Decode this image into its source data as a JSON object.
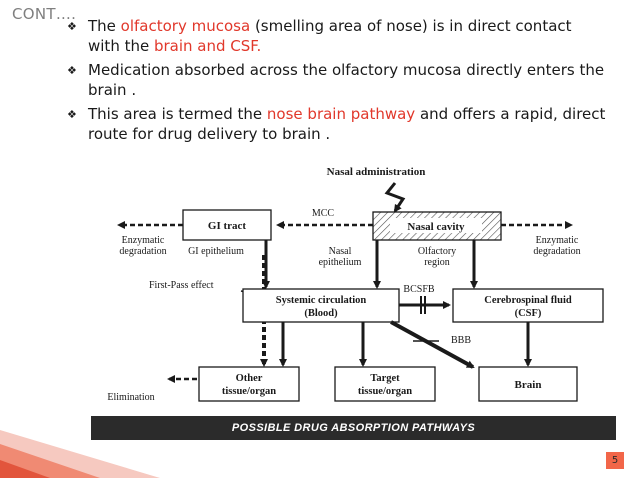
{
  "slide": {
    "heading": "CONT….",
    "bullet_mark": "❖",
    "bullets": [
      {
        "pre": "The ",
        "hl": "olfactory mucosa",
        "mid": " (smelling area of nose) is in direct contact with the ",
        "hl2": "brain and CSF.",
        "post": ""
      },
      {
        "pre": "Medication absorbed across the olfactory mucosa directly enters the brain .",
        "hl": "",
        "mid": "",
        "hl2": "",
        "post": ""
      },
      {
        "pre": "This area is termed the ",
        "hl": "nose brain pathway",
        "mid": " and offers a rapid, direct route for drug delivery to brain .",
        "hl2": "",
        "post": ""
      }
    ],
    "page_number": "5",
    "highlight_color": "#e1382b"
  },
  "figure": {
    "top_label": "Nasal administration",
    "mcc": "MCC",
    "gi_tract": "GI tract",
    "nasal_cavity": "Nasal cavity",
    "enzymatic_left_1": "Enzymatic",
    "enzymatic_left_2": "degradation",
    "enzymatic_right_1": "Enzymatic",
    "enzymatic_right_2": "degradation",
    "gi_epithelium": "GI epithelium",
    "nasal_epithelium_1": "Nasal",
    "nasal_epithelium_2": "epithelium",
    "olfactory_region_1": "Olfactory",
    "olfactory_region_2": "region",
    "first_pass": "First-Pass  effect",
    "systemic_1": "Systemic circulation",
    "systemic_2": "(Blood)",
    "bcsfb": "BCSFB",
    "csf_1": "Cerebrospinal fluid",
    "csf_2": "(CSF)",
    "bbb": "BBB",
    "other_1": "Other",
    "other_2": "tissue/organ",
    "target_1": "Target",
    "target_2": "tissue/organ",
    "brain": "Brain",
    "elimination": "Elimination",
    "caption": "POSSIBLE DRUG ABSORPTION PATHWAYS"
  }
}
